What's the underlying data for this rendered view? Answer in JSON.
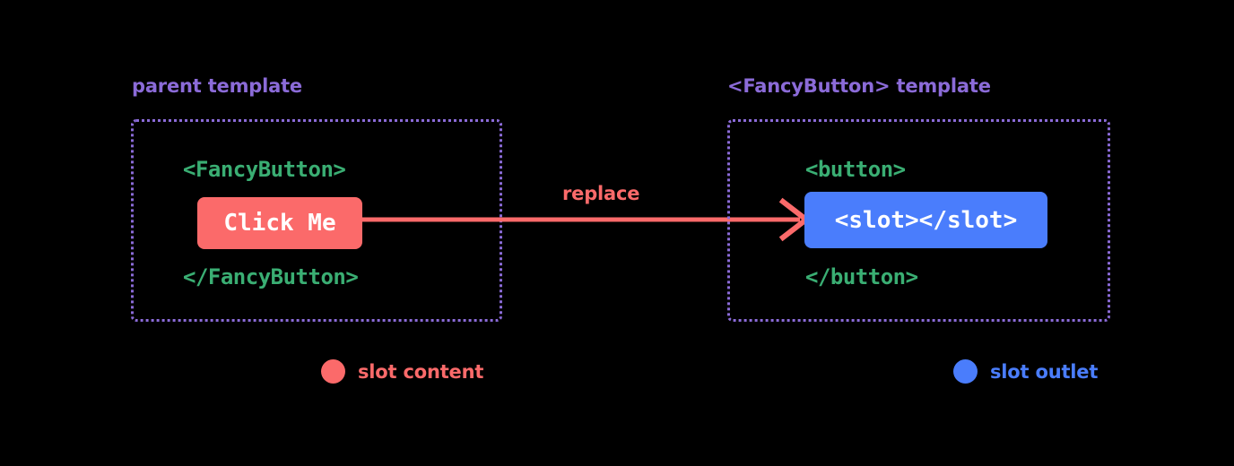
{
  "diagram": {
    "background_color": "#000000",
    "panels": [
      {
        "heading": "parent template",
        "heading_color": "#8B6BD8",
        "border_color": "#8B6BD8",
        "open_tag": "<FancyButton>",
        "close_tag": "</FancyButton>",
        "chip_text": "Click Me",
        "chip_color": "#FB6A6A"
      },
      {
        "heading": "<FancyButton> template",
        "heading_color": "#8B6BD8",
        "border_color": "#8B6BD8",
        "open_tag": "<button>",
        "close_tag": "</button>",
        "chip_text": "<slot></slot>",
        "chip_color": "#4A7DFC"
      }
    ],
    "arrow": {
      "label": "replace",
      "color": "#FB6A6A"
    },
    "legend": [
      {
        "label": "slot content",
        "color": "#FB6A6A"
      },
      {
        "label": "slot outlet",
        "color": "#4A7DFC"
      }
    ],
    "code_color": "#3AAE73"
  }
}
